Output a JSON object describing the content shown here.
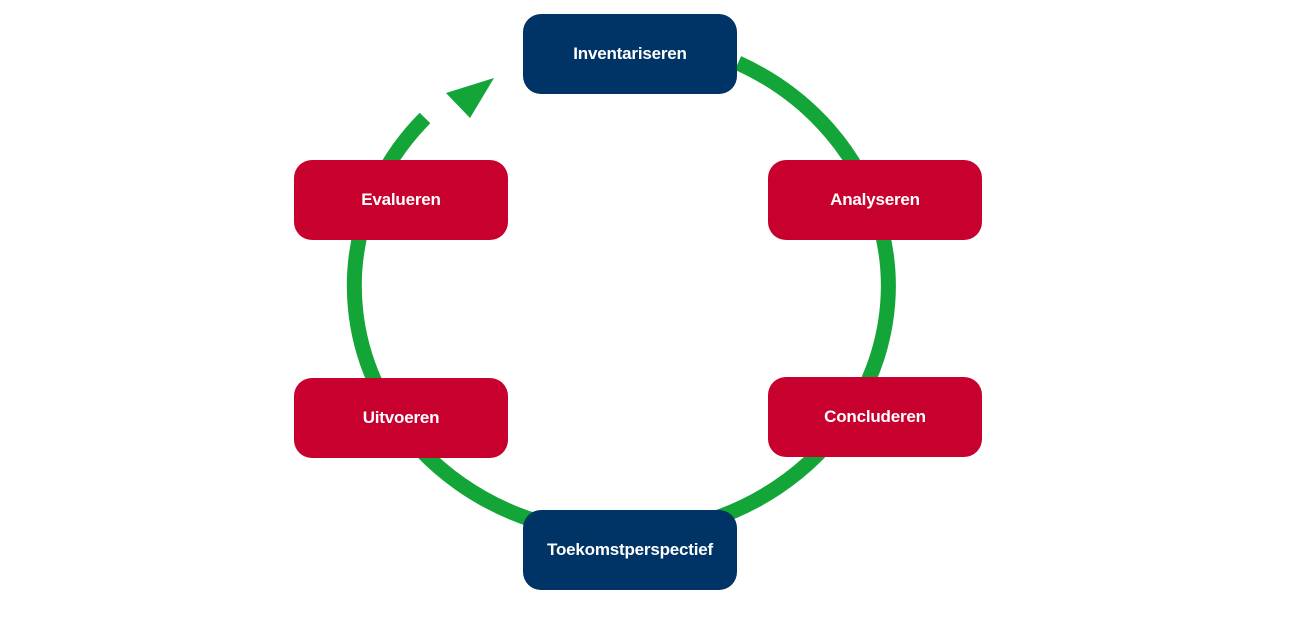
{
  "diagram": {
    "colors": {
      "primary_node": "#003366",
      "secondary_node": "#c8002e",
      "cycle": "#13a538",
      "label": "#ffffff"
    },
    "nodes": [
      {
        "id": "inventariseren",
        "label": "Inventariseren",
        "style": "primary"
      },
      {
        "id": "analyseren",
        "label": "Analyseren",
        "style": "secondary"
      },
      {
        "id": "concluderen",
        "label": "Concluderen",
        "style": "secondary"
      },
      {
        "id": "toekomstperspectief",
        "label": "Toekomstperspectief",
        "style": "primary"
      },
      {
        "id": "uitvoeren",
        "label": "Uitvoeren",
        "style": "secondary"
      },
      {
        "id": "evalueren",
        "label": "Evalueren",
        "style": "secondary"
      }
    ],
    "flow": "clockwise",
    "arrow_icon": "arrow-head-icon"
  }
}
